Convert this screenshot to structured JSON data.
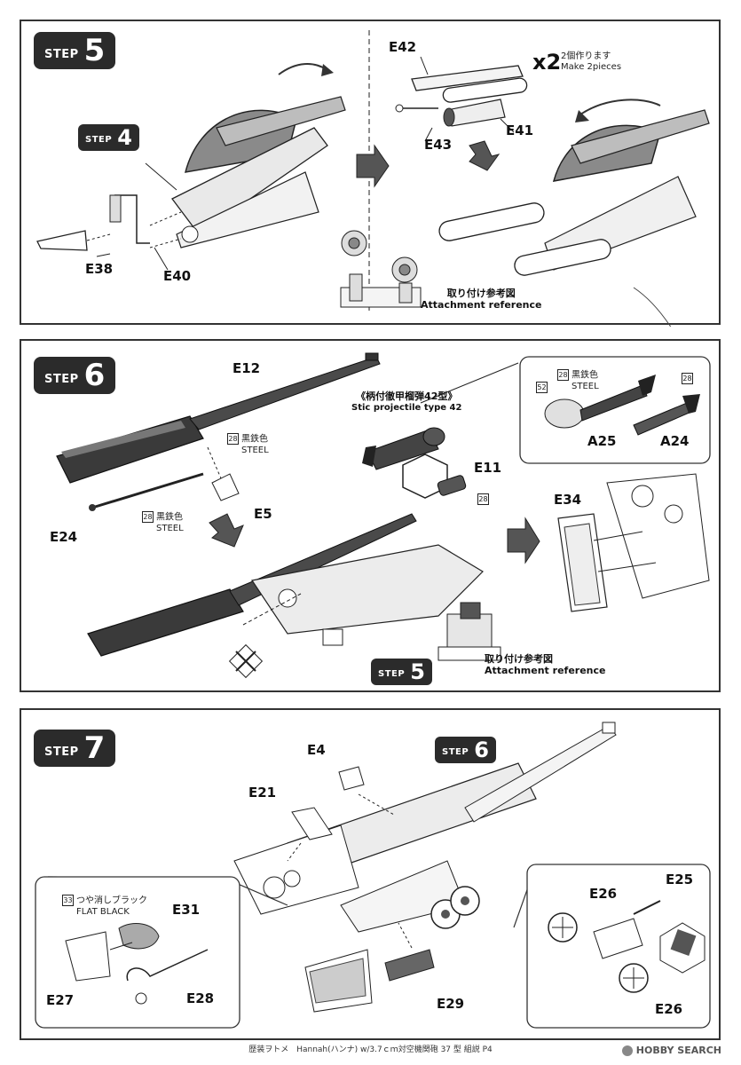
{
  "steps": {
    "s5": {
      "word": "STEP",
      "num": "5"
    },
    "s6": {
      "word": "STEP",
      "num": "6"
    },
    "s7": {
      "word": "STEP",
      "num": "7"
    },
    "s4ref": {
      "word": "STEP",
      "num": "4"
    },
    "s5ref": {
      "word": "STEP",
      "num": "5"
    },
    "s6ref": {
      "word": "STEP",
      "num": "6"
    }
  },
  "step5": {
    "parts": [
      "E42",
      "E43",
      "E41",
      "E38",
      "E40"
    ],
    "multiplier": "x2",
    "make_jp": "2個作ります",
    "make_en": "Make 2pieces",
    "ref_jp": "取り付け参考図",
    "ref_en": "Attachment reference"
  },
  "step6": {
    "parts": [
      "E12",
      "E24",
      "E5",
      "E11",
      "E34",
      "A25",
      "A24"
    ],
    "projectile_jp": "《柄付徹甲榴弾42型》",
    "projectile_en": "Stic projectile type 42",
    "color_num": "28",
    "color_num2": "52",
    "color_jp": "黒鉄色",
    "color_en": "STEEL",
    "ref_jp": "取り付け参考図",
    "ref_en": "Attachment reference"
  },
  "step7": {
    "parts": [
      "E4",
      "E21",
      "E31",
      "E27",
      "E28",
      "E29",
      "E26",
      "E25",
      "E26"
    ],
    "color_num": "33",
    "color_jp": "つや消しブラック",
    "color_en": "FLAT BLACK"
  },
  "footer": {
    "text": "歴装ヲトメ　Hannah(ハンナ) w/3.7ｃｍ対空機関砲 37 型 組説 P4",
    "brand": "HOBBY SEARCH"
  }
}
